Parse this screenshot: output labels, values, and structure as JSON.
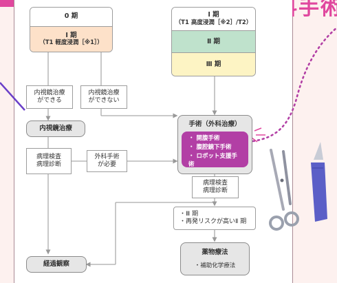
{
  "colors": {
    "background": "#fdf1ef",
    "panel": "#ffffff",
    "stage0_fill": "#ffffff",
    "stage1_fill": "#fde1c9",
    "t1_high_fill": "#ffffff",
    "stage2_fill": "#bfe2cc",
    "stage3_fill": "#fdf4c4",
    "surgery_highlight": "#b23fa5",
    "decor_pink": "#e0479e",
    "decor_purple": "#6a3fc8"
  },
  "decor": {
    "header_text": "外科手術",
    "icons": [
      "scissors-icon",
      "scalpel-icon"
    ]
  },
  "left_stack": {
    "stage0": "0 期",
    "stage1_title": "Ⅰ 期",
    "stage1_sub": "（T1 軽度浸潤［※1］）"
  },
  "right_stack": {
    "stage1_title": "Ⅰ 期",
    "stage1_sub": "（T1 高度浸潤［※2］/T2）",
    "stage2": "Ⅱ 期",
    "stage3": "Ⅲ 期"
  },
  "nodes": {
    "endoscopic_possible": [
      "内視鏡治療",
      "ができる"
    ],
    "endoscopic_impossible": [
      "内視鏡治療",
      "ができない"
    ],
    "endoscopic_treatment": "内視鏡治療",
    "pathology_left": [
      "病理検査",
      "病理診断"
    ],
    "surgery_needed": [
      "外科手術",
      "が必要"
    ],
    "surgery_title": "手術（外科治療）",
    "surgery_options": [
      "・ 開腹手術",
      "・ 腹腔鏡下手術",
      "・ ロボット支援手術"
    ],
    "pathology_right": [
      "病理検査",
      "病理診断"
    ],
    "risk_conditions": [
      "・Ⅲ 期",
      "・再発リスクが高いⅡ 期"
    ],
    "drug_therapy": "薬物療法",
    "adjuvant": "・補助化学療法",
    "follow_up": "経過観察"
  }
}
